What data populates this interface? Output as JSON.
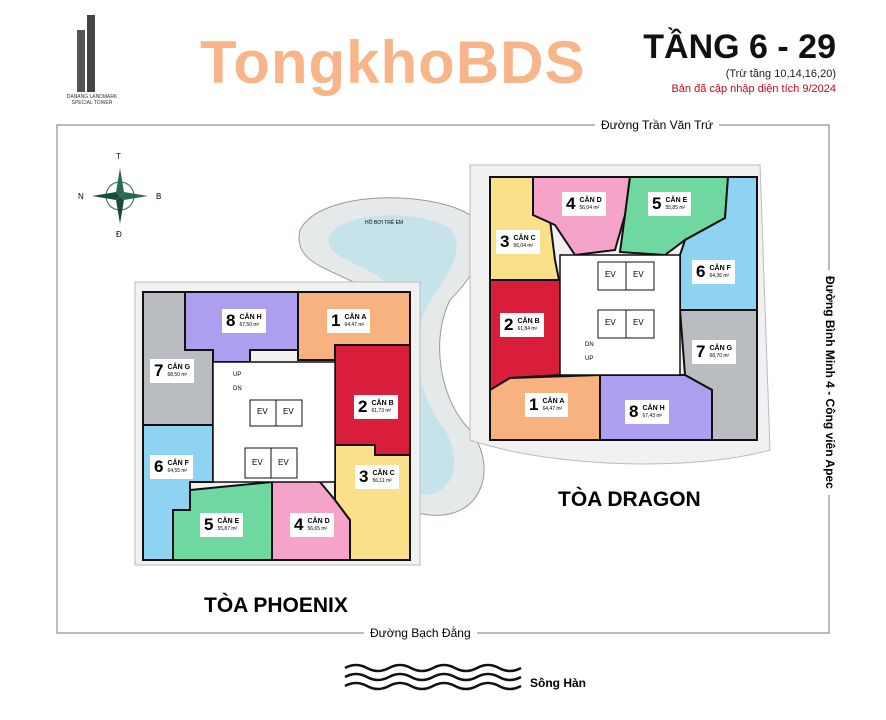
{
  "logo": {
    "text": "DANANG LANDMARK",
    "sub": "SPECIAL TOWER"
  },
  "header": {
    "title": "TẦNG 6 - 29",
    "subtitle": "(Trừ tầng 10,14,16,20)",
    "update_note": "Bản đã cập nhập diện tích 9/2024",
    "note_color": "#d0021b"
  },
  "streets": {
    "top": "Đường Trần Văn Trứ",
    "bottom": "Đường Bạch Đằng",
    "right": "Đường Bình Minh 4 - Công viên Apec"
  },
  "compass": {
    "n": "T",
    "s": "Đ",
    "w": "N",
    "e": "B"
  },
  "pool_label": "HỒ BƠI TRẺ EM",
  "river": "Sông Hàn",
  "watermark": "TongkhoBDS",
  "core": {
    "elevator": "EV",
    "up": "UP",
    "down": "DN"
  },
  "buildings": {
    "phoenix": {
      "name": "TÒA PHOENIX",
      "units": [
        {
          "num": "1",
          "name": "CĂN A",
          "area": "64,47 m²",
          "color": "#f8b27f"
        },
        {
          "num": "2",
          "name": "CĂN B",
          "area": "61,73 m²",
          "color": "#d81e3a"
        },
        {
          "num": "3",
          "name": "CĂN C",
          "area": "56,11 m²",
          "color": "#fbe08a"
        },
        {
          "num": "4",
          "name": "CĂN D",
          "area": "56,65 m²",
          "color": "#f6a3c9"
        },
        {
          "num": "5",
          "name": "CĂN E",
          "area": "55,87 m²",
          "color": "#6fd8a0"
        },
        {
          "num": "6",
          "name": "CĂN F",
          "area": "64,55 m²",
          "color": "#8fd3f2"
        },
        {
          "num": "7",
          "name": "CĂN G",
          "area": "68,50 m²",
          "color": "#b9bcc1"
        },
        {
          "num": "8",
          "name": "CĂN H",
          "area": "67,50 m²",
          "color": "#ae9ef0"
        }
      ]
    },
    "dragon": {
      "name": "TÒA DRAGON",
      "units": [
        {
          "num": "1",
          "name": "CĂN A",
          "area": "64,47 m²",
          "color": "#f8b27f"
        },
        {
          "num": "2",
          "name": "CĂN B",
          "area": "61,84 m²",
          "color": "#d81e3a"
        },
        {
          "num": "3",
          "name": "CĂN C",
          "area": "56,04 m²",
          "color": "#fbe08a"
        },
        {
          "num": "4",
          "name": "CĂN D",
          "area": "56,04 m²",
          "color": "#f6a3c9"
        },
        {
          "num": "5",
          "name": "CĂN E",
          "area": "55,85 m²",
          "color": "#6fd8a0"
        },
        {
          "num": "6",
          "name": "CĂN F",
          "area": "64,36 m²",
          "color": "#8fd3f2"
        },
        {
          "num": "7",
          "name": "CĂN G",
          "area": "68,70 m²",
          "color": "#b9bcc1"
        },
        {
          "num": "8",
          "name": "CĂN H",
          "area": "67,43 m²",
          "color": "#ae9ef0"
        }
      ]
    }
  }
}
